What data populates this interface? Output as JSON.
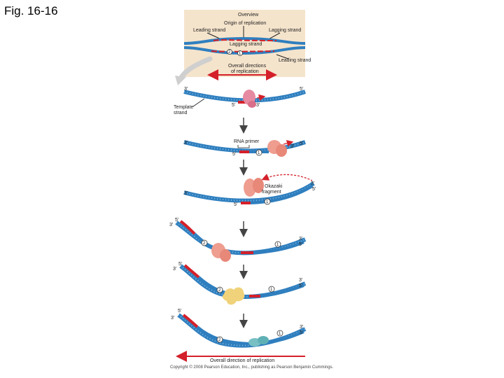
{
  "figure": {
    "title": "Fig. 16-16"
  },
  "overview": {
    "heading": "Overview",
    "origin": "Origin of replication",
    "leading_left": "Leading strand",
    "lagging_right": "Lagging strand",
    "lagging_mid": "Lagging strand",
    "leading_right": "Leading strand",
    "fragment_2": "2",
    "fragment_1": "1",
    "overall_directions": [
      "Overall directions",
      "of replication"
    ]
  },
  "stages": {
    "template_strand": [
      "Template",
      "strand"
    ],
    "rna_primer": "RNA primer",
    "okazaki_fragment": [
      "Okazaki",
      "fragment"
    ],
    "fragment_1": "1",
    "fragment_2": "2",
    "end_3": "3'",
    "end_5": "5'"
  },
  "bottom": {
    "overall_direction": "Overall direction of replication",
    "copyright": "Copyright © 2008 Pearson Education, Inc., publishing as Pearson Benjamin Cummings."
  },
  "colors": {
    "overview_bg": "#f5e4cc",
    "dna_blue": "#2f7fbf",
    "dna_light": "#7fb8e0",
    "primer_red": "#d4202a",
    "polymerase_pink": "#e58aa0",
    "polymerase_salmon": "#ee9d8f",
    "polymerase_teal": "#78c0c4",
    "ligase_yellow": "#f0d27a",
    "arrow_gray": "#444444"
  }
}
